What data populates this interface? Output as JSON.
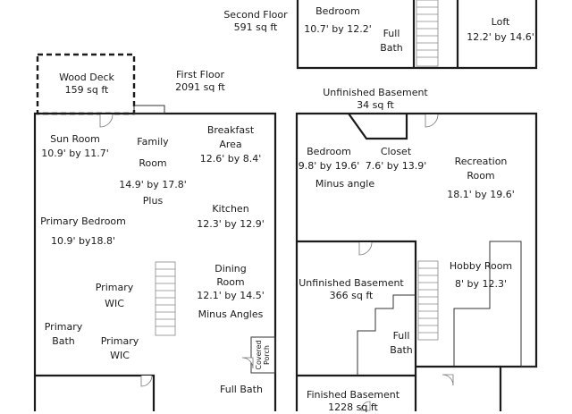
{
  "levels": {
    "second_floor": {
      "name": "Second Floor",
      "area": "591 sq ft"
    },
    "wood_deck": {
      "name": "Wood Deck",
      "area": "159 sq ft"
    },
    "first_floor": {
      "name": "First Floor",
      "area": "2091 sq ft"
    },
    "unfinished_basement_small": {
      "name": "Unfinished Basement",
      "area": "34 sq ft"
    },
    "unfinished_basement_large": {
      "name": "Unfinished Basement",
      "area": "366 sq ft"
    },
    "finished_basement": {
      "name": "Finished Basement",
      "area": "1228 sq ft"
    }
  },
  "second_floor_rooms": {
    "bedroom": {
      "name": "Bedroom",
      "dims": "10.7' by 12.2'"
    },
    "full_bath": {
      "line1": "Full",
      "line2": "Bath"
    },
    "loft": {
      "name": "Loft",
      "dims": "12.2' by 14.6'"
    }
  },
  "first_floor_rooms": {
    "sun_room": {
      "name": "Sun Room",
      "dims": "10.9' by 11.7'"
    },
    "family_room": {
      "line1": "Family",
      "line2": "Room",
      "dims": "14.9' by 17.8'",
      "note": "Plus"
    },
    "breakfast_area": {
      "line1": "Breakfast",
      "line2": "Area",
      "dims": "12.6' by 8.4'"
    },
    "kitchen": {
      "name": "Kitchen",
      "dims": "12.3' by 12.9'"
    },
    "primary_bedroom": {
      "name": "Primary Bedroom",
      "dims": "10.9' by18.8'"
    },
    "primary_wic_1": {
      "line1": "Primary",
      "line2": "WIC"
    },
    "dining_room": {
      "line1": "Dining",
      "line2": "Room",
      "dims": "12.1' by 14.5'",
      "note": "Minus Angles"
    },
    "primary_bath": {
      "line1": "Primary",
      "line2": "Bath"
    },
    "primary_wic_2": {
      "line1": "Primary",
      "line2": "WIC"
    },
    "covered_porch": {
      "line1": "Covered",
      "line2": "Porch"
    },
    "full_bath": {
      "name": "Full Bath"
    }
  },
  "basement_rooms": {
    "bedroom": {
      "name": "Bedroom",
      "dims": "9.8' by 19.6'",
      "note": "Minus angle"
    },
    "closet": {
      "name": "Closet",
      "dims": "7.6' by 13.9'"
    },
    "recreation_room": {
      "line1": "Recreation",
      "line2": "Room",
      "dims": "18.1' by 19.6'"
    },
    "hobby_room": {
      "name": "Hobby Room",
      "dims": "8' by 12.3'"
    },
    "full_bath": {
      "line1": "Full",
      "line2": "Bath"
    }
  }
}
